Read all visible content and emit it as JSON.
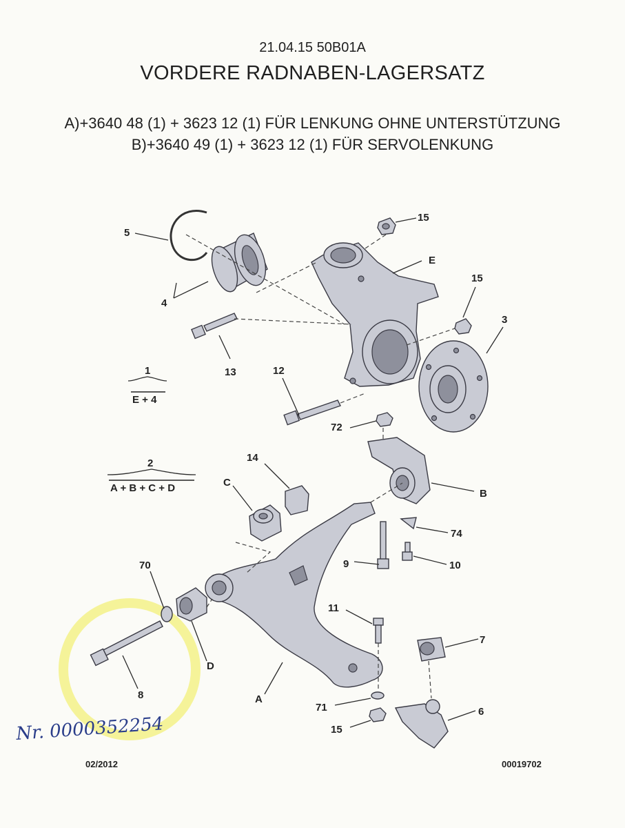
{
  "header": {
    "code": "21.04.15 50B01A",
    "title": "VORDERE RADNABEN-LAGERSATZ",
    "line_a": "A)+3640 48 (1) + 3623 12 (1) FÜR LENKUNG OHNE UNTERSTÜTZUNG",
    "line_b": "B)+3640 49 (1) + 3623 12 (1) FÜR SERVOLENKUNG"
  },
  "labels": {
    "p5": "5",
    "p4": "4",
    "p15a": "15",
    "pE": "E",
    "p15b": "15",
    "p3": "3",
    "p13": "13",
    "p12": "12",
    "p72": "72",
    "p14": "14",
    "pC": "C",
    "pB": "B",
    "p74": "74",
    "p9": "9",
    "p10": "10",
    "p70": "70",
    "p11": "11",
    "p7": "7",
    "pD": "D",
    "pA": "A",
    "p8": "8",
    "p71": "71",
    "p15c": "15",
    "p6": "6"
  },
  "kits": {
    "kit1_number": "1",
    "kit1_contents": "E + 4",
    "kit2_number": "2",
    "kit2_contents": "A + B + C + D"
  },
  "footer": {
    "date": "02/2012",
    "drawing_number": "00019702"
  },
  "annotation": {
    "handwritten": "Nr. 0000352254",
    "highlight_color": "#f3f07a"
  },
  "colors": {
    "part_fill": "#c9cbd4",
    "outline": "#3a3a44",
    "ink_blue": "#2a3d8a"
  }
}
